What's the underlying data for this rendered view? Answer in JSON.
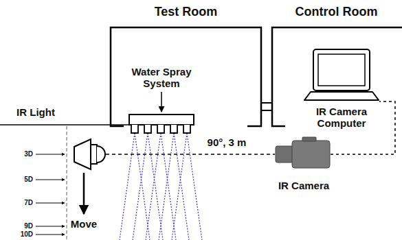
{
  "diagram": {
    "nodes": [
      {
        "text": [
          "Test Room"
        ]
      },
      {
        "text": [
          "Control Room"
        ]
      }
    ],
    "edges": [
      {
        "from": 0,
        "to": 1,
        "arrow": "none"
      }
    ],
    "labels": [
      "Water Spray System",
      "IR Camera Computer",
      "IR Light",
      "90°, 3 m",
      "IR Camera",
      "3D",
      "5D",
      "7D",
      "9D",
      "10D",
      "Move"
    ]
  }
}
